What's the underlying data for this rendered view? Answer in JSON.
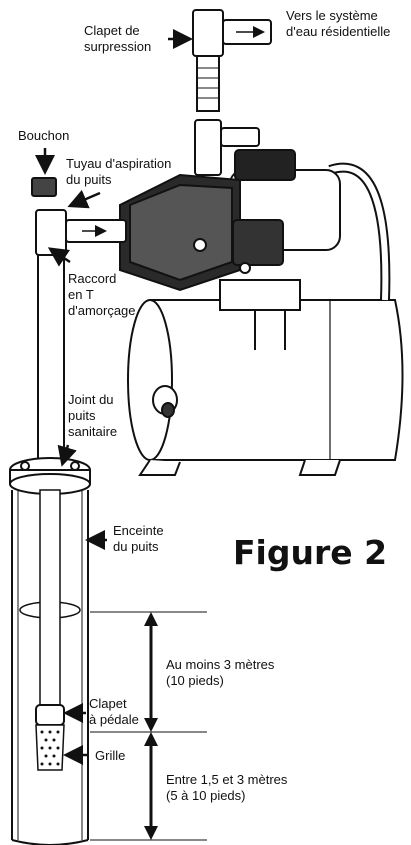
{
  "figure": {
    "title": "Figure 2"
  },
  "labels": {
    "relief_valve": "Clapet de\nsurpression",
    "to_system": "Vers le système\nd'eau résidentielle",
    "plug": "Bouchon",
    "suction_pipe": "Tuyau d'aspiration\ndu puits",
    "priming_tee": "Raccord\nen T\nd'amorçage",
    "well_seal": "Joint du\npuits\nsanitaire",
    "well_casing": "Enceinte\ndu puits",
    "min_depth": "Au moins 3 mètres\n(10 pieds)",
    "foot_valve": "Clapet\nà pédale",
    "screen": "Grille",
    "range_depth": "Entre 1,5 et 3 mètres\n(5 à 10 pieds)"
  }
}
